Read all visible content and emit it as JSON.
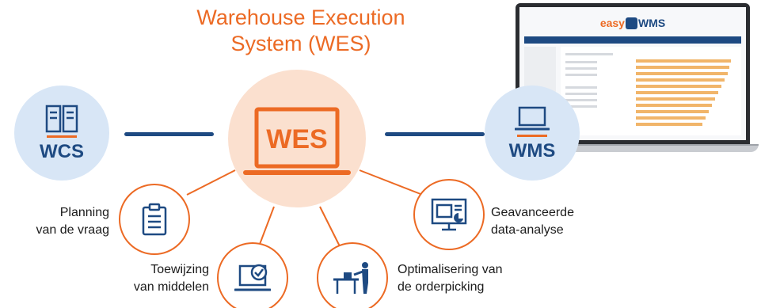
{
  "title": {
    "line1": "Warehouse Execution",
    "line2": "System (WES)"
  },
  "nodes": {
    "wcs": {
      "label": "WCS",
      "icon": "server-rack-icon"
    },
    "wes": {
      "label": "WES",
      "icon": "laptop-icon"
    },
    "wms": {
      "label": "WMS",
      "icon": "laptop-icon"
    }
  },
  "features": {
    "planning": {
      "line1": "Planning",
      "line2": "van de vraag",
      "icon": "clipboard-icon"
    },
    "allocation": {
      "line1": "Toewijzing",
      "line2": "van middelen",
      "icon": "laptop-check-icon"
    },
    "picking": {
      "line1": "Optimalisering van",
      "line2": "de orderpicking",
      "icon": "worker-desk-icon"
    },
    "analytics": {
      "line1": "Geavanceerde",
      "line2": "data-analyse",
      "icon": "dashboard-screen-icon"
    }
  },
  "laptop": {
    "logo_easy": "easy",
    "logo_wms": "WMS"
  },
  "colors": {
    "brand_orange": "#ec6a24",
    "brand_blue": "#1e4a82",
    "light_blue": "#d8e6f6",
    "light_orange": "#fbe0cf"
  }
}
